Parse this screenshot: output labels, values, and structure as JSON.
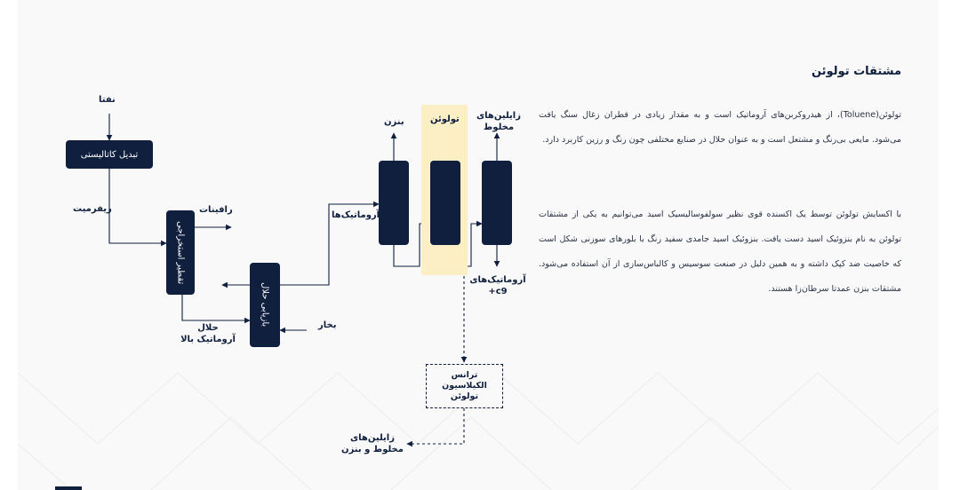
{
  "article": {
    "title": "مشتقات تولوئن",
    "paragraph1": "تولوئن(Toluene)، از هیدروکربن‌های آروماتیک است و به مقدار زیادی در قطران زغال سنگ یافت می‌شود. مایعی بی‌رنگ و مشتعل است و به عنوان حلال در صنایع مختلفی چون رنگ و رزین کاربرد دارد.",
    "paragraph2": "با اکسایش تولوئن توسط یک اکسنده قوی نظیر سولفوسالیسیک اسید می‌توانیم به یکی از مشتقات تولوئن به نام بنزوئیک اسید دست یافت. بنزوئیک اسید جامدی سفید رنگ با بلورهای سوزنی شکل است که خاصیت ضد کپک داشته و به همین دلیل در صنعت سوسیس و کالباس‌سازی از آن استفاده می‌شود. مشتقات بنزن عمدتا سرطان‌زا هستند."
  },
  "diagram": {
    "labels": {
      "naphtha": "نفتا",
      "reformate": "ریفرمیت",
      "raffinate": "رافینات",
      "high_aromatic_solvent": "حلال آروماتیک بالا",
      "steam": "بخار",
      "aromatics": "آروماتیک‌ها",
      "benzene": "بنزن",
      "toluene": "تولوئن",
      "mixed_xylenes": "زایلین‌های مخلوط",
      "aromatics_c9": "آروماتیک‌های c9+",
      "xylenes_benzene": "زایلین‌های مخلوط و بنزن"
    },
    "units": {
      "catalytic_conversion": "تبدیل کاتالیستی",
      "extractive_distillation": "تقطیر استخراجی",
      "solvent_recovery": "بازیابی حلال",
      "transalkylation": "ترانس الکیلاسیون تولوئن"
    },
    "colors": {
      "unit": "#0f1f3d",
      "highlight": "#fcefc6"
    }
  }
}
